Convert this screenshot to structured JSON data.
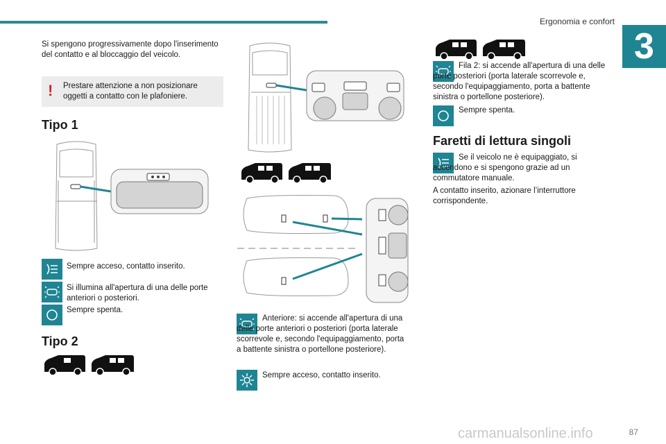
{
  "header": {
    "section_title": "Ergonomia e confort",
    "chapter_number": "3",
    "accent_color": "#1f8593"
  },
  "left": {
    "intro": "Si spengono progressivamente dopo l'inserimento del contatto e al bloccaggio del veicolo.",
    "warning_mark": "!",
    "warning": "Prestare attenzione a non posizionare oggetti a contatto con le plafoniere.",
    "tipo1_heading": "Tipo 1",
    "tipo1_items": [
      {
        "icon": "beam-light-icon",
        "text": "Sempre acceso, contatto inserito."
      },
      {
        "icon": "door-open-icon",
        "text": "Si illumina all'apertura di una delle porte anteriori o posteriori."
      },
      {
        "icon": "off-circle-icon",
        "text": "Sempre spenta."
      }
    ],
    "tipo2_heading": "Tipo 2"
  },
  "middle": {
    "items": [
      {
        "icon": "door-open-icon",
        "text": "Anteriore: si accende all'apertura di una delle porte anteriori o posteriori (porta laterale scorrevole e, secondo l'equipaggiamento, porta a battente sinistra o portellone posteriore)."
      },
      {
        "icon": "sun-light-icon",
        "text": "Sempre acceso, contatto inserito."
      }
    ]
  },
  "right": {
    "items": [
      {
        "icon": "door-open-icon",
        "text": "Fila 2: si accende all'apertura di una delle porte posteriori (porta laterale scorrevole e, secondo l'equipaggiamento, porta a battente sinistra o portellone posteriore)."
      },
      {
        "icon": "off-circle-icon",
        "text": "Sempre spenta."
      }
    ],
    "reading_heading": "Faretti di lettura singoli",
    "reading_item": {
      "icon": "beam-light-icon",
      "text": "Se il veicolo ne è equipaggiato, si accendono e si spengono grazie ad un commutatore manuale."
    },
    "reading_note": "A contatto inserito, azionare l’interruttore corrispondente."
  },
  "footer": {
    "watermark": "carmanualsonline.info",
    "page_number": "87"
  }
}
